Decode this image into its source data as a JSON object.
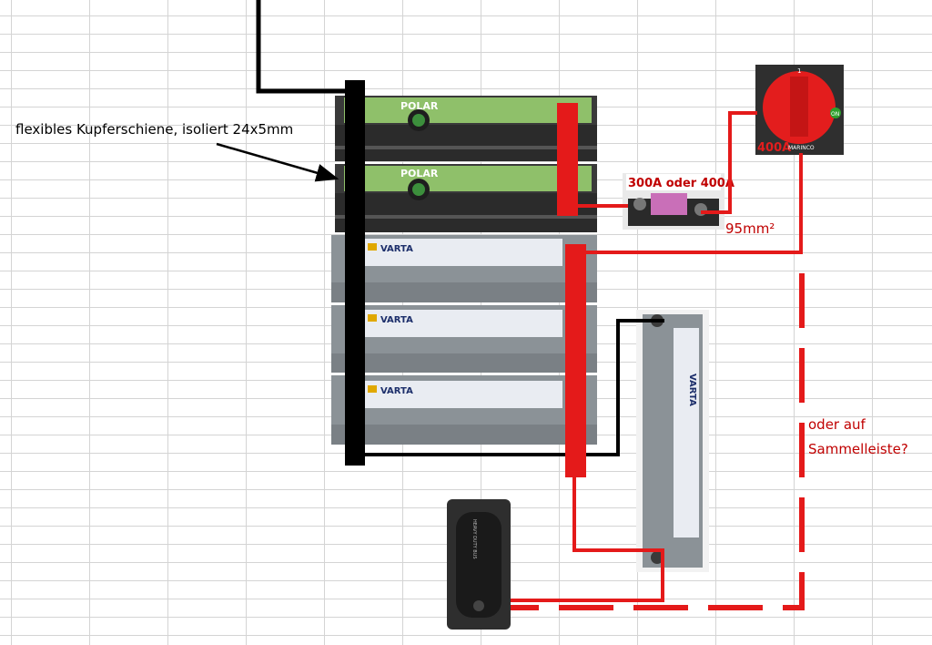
{
  "labels": {
    "busbar": "flexibles Kupferschiene, isoliert 24x5mm",
    "fuse_rating": "300A oder 400A",
    "cable": "95mm²",
    "switch_rating": "400A",
    "busbar_option_line1": "oder auf",
    "busbar_option_line2": "Sammelleiste?"
  },
  "batteries": {
    "polar_brand": "POLAR",
    "varta_brand": "VARTA"
  },
  "switch": {
    "maker": "MARINCO",
    "on_mark": "ON",
    "pos_mark": "1"
  },
  "busbar_device": {
    "text": "HEAVY DUTY BUS"
  },
  "colors": {
    "grid": "#d4d4d4",
    "negative": "#000000",
    "positive": "#e41a1a",
    "polar_green": "#8fc06a",
    "varta_grey": "#8b9297",
    "label_red": "#c00000"
  }
}
